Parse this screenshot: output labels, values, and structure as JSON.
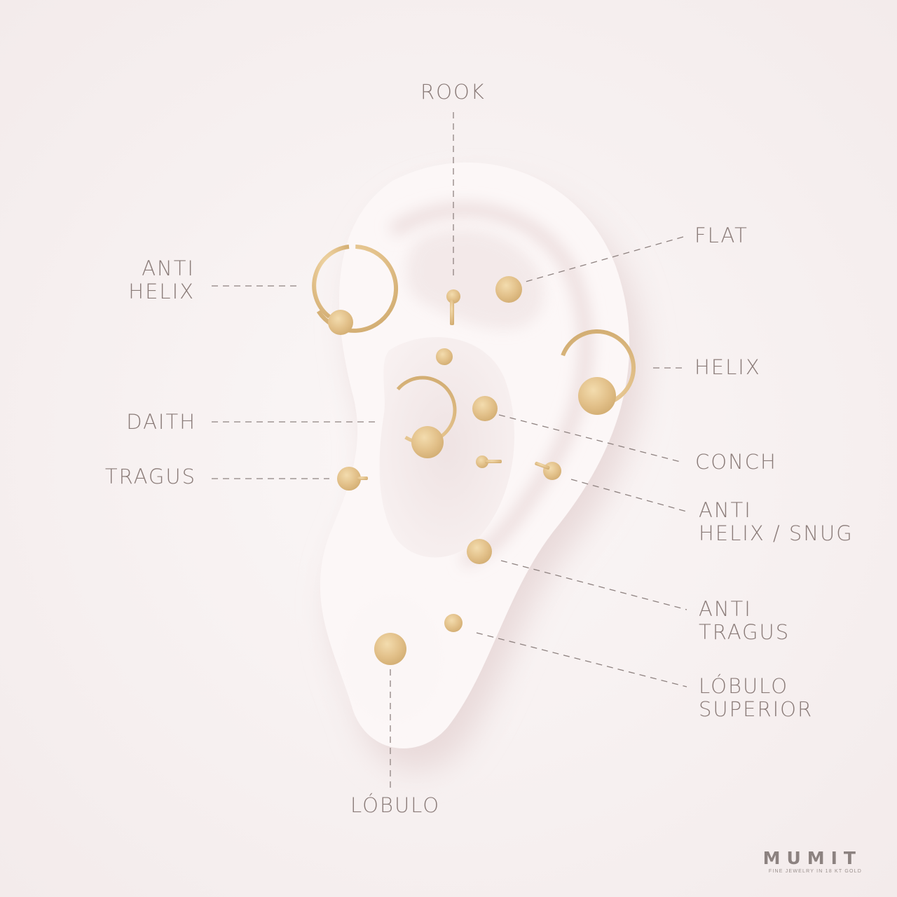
{
  "labels": {
    "rook": "ROOK",
    "flat": "FLAT",
    "anti_helix": [
      "ANTI",
      "HELIX"
    ],
    "helix": "HELIX",
    "daith": "DAITH",
    "conch": "CONCH",
    "tragus": "TRAGUS",
    "anti_helix_snug": [
      "ANTI",
      "HELIX / SNUG"
    ],
    "anti_tragus": [
      "ANTI",
      "TRAGUS"
    ],
    "lobulo_superior": [
      "LÓBULO",
      "SUPERIOR"
    ],
    "lobulo": "LÓBULO"
  },
  "brand": {
    "logo": "MUMIT",
    "tagline": "FINE JEWELRY IN 18 KT GOLD"
  },
  "colors": {
    "background": "#f7f1f1",
    "ear": "#fbf5f5",
    "gold": "#e2c28a",
    "text": "#8a7b78",
    "leader": "#8f8381"
  }
}
